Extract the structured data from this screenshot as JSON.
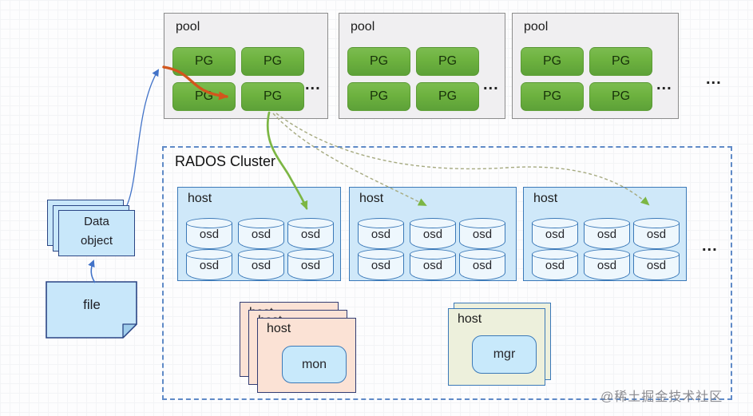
{
  "pools": {
    "label": "pool",
    "pg": "PG",
    "more_pgs": "...",
    "more_pools": "..."
  },
  "cluster": {
    "title": "RADOS Cluster",
    "host": "host",
    "osd": "osd",
    "more_hosts": "..."
  },
  "services": {
    "mon_host": "host",
    "mon": "mon",
    "mgr_host": "host",
    "mgr": "mgr"
  },
  "client": {
    "data_object": "Data object",
    "file": "file"
  },
  "watermark": "@稀土掘金技术社区",
  "colors": {
    "pg_green": "#6db23f",
    "pool_fill": "#f0eff1",
    "host_fill": "#cfe8f9",
    "osd_fill": "#eef7fd",
    "host_border_blue": "#3b79b8",
    "cluster_dash_blue": "#5f8ac7",
    "mon_host_fill": "#fbe2d5",
    "mon_host_border": "#333d73",
    "mgr_host_fill": "#edf0dc",
    "client_fill": "#c8e7fa",
    "client_border": "#2a4584",
    "arrow_red": "#d2561d",
    "arrow_green": "#7cb644",
    "arrow_blue": "#4273c8",
    "arrow_dashed_olive": "#a6aa80"
  }
}
